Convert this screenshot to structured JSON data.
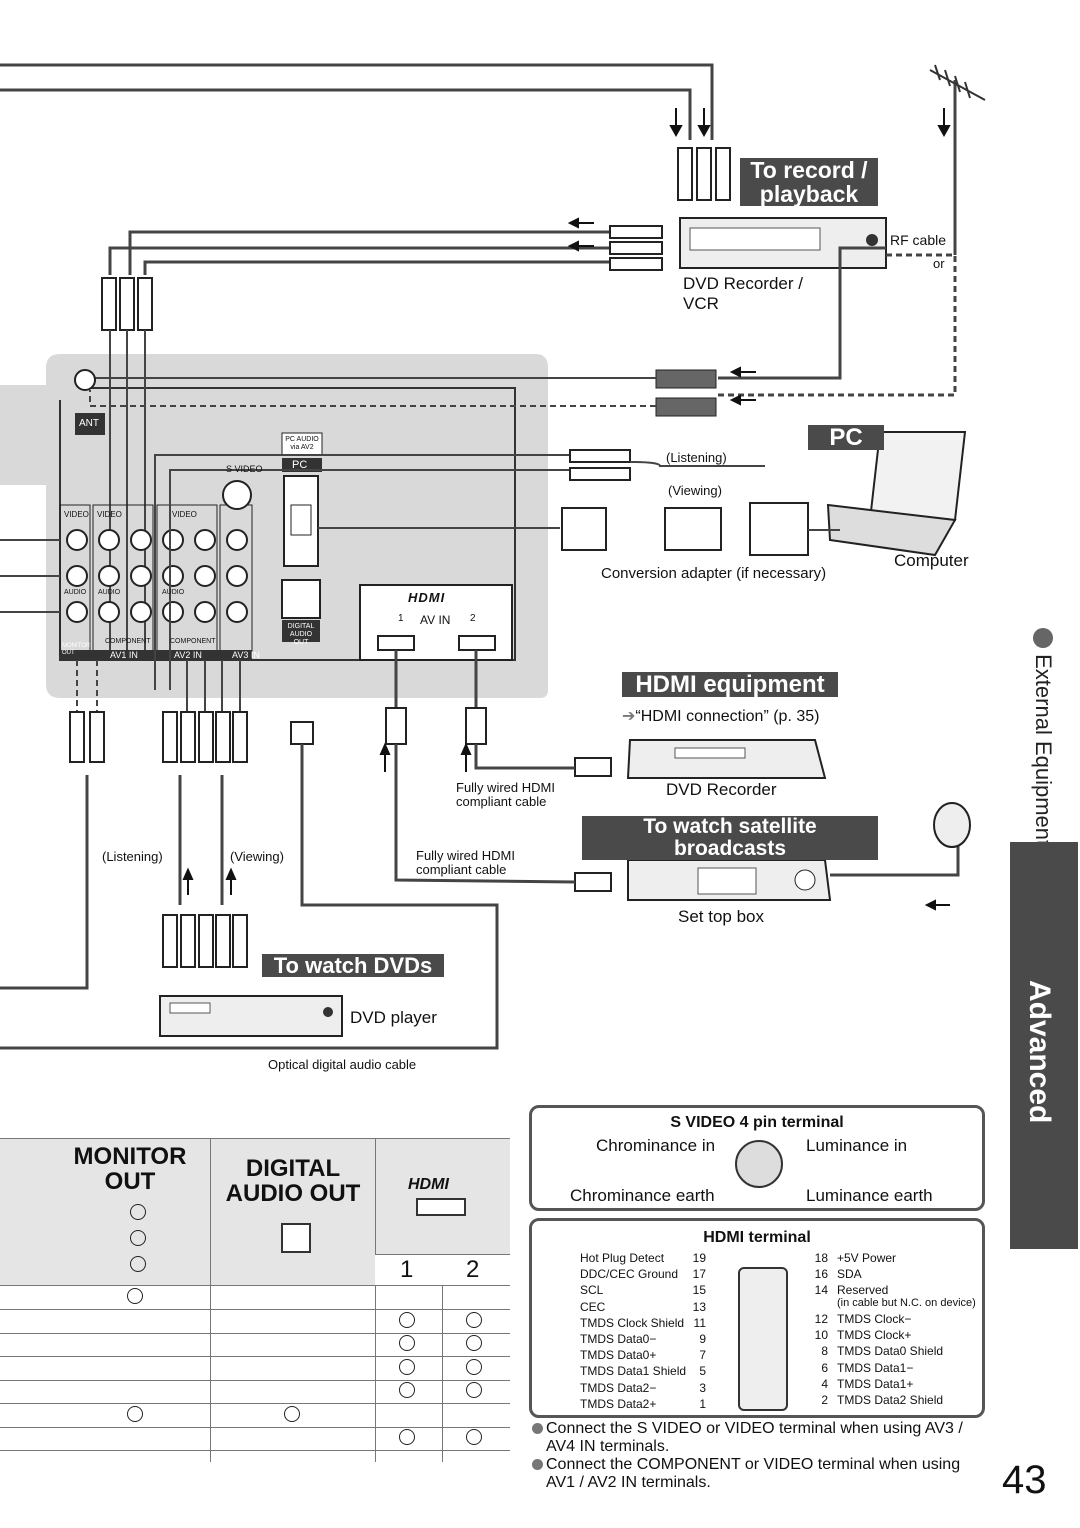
{
  "banners": {
    "record": "To record / playback",
    "pc": "PC",
    "hdmi": "HDMI equipment",
    "satellite": "To watch satellite broadcasts",
    "dvds": "To watch DVDs"
  },
  "labels": {
    "rf_cable": "RF cable",
    "or": "or",
    "dvd_recorder_vcr": "DVD Recorder / VCR",
    "listening_pc": "(Listening)",
    "viewing_pc": "(Viewing)",
    "computer": "Computer",
    "conversion_adapter": "Conversion adapter (if necessary)",
    "hdmi_connection": "“HDMI connection” (p. 35)",
    "dvd_recorder": "DVD Recorder",
    "fully_wired_1": "Fully wired HDMI compliant cable",
    "fully_wired_2": "Fully wired HDMI compliant cable",
    "set_top_box": "Set top box",
    "listening": "(Listening)",
    "viewing": "(Viewing)",
    "dvd_player": "DVD player",
    "optical": "Optical digital audio cable"
  },
  "panel": {
    "ant": "ANT",
    "svideo": "S VIDEO",
    "pc_audio": "PC AUDIO via AV2",
    "pc": "PC",
    "av_in": "AV IN",
    "hdmi1": "1",
    "hdmi2": "2",
    "digital_audio_out": "DIGITAL AUDIO OUT",
    "monitor_out": "MONITOR OUT",
    "av1_in": "AV1 IN",
    "av2_in": "AV2 IN",
    "av3_in": "AV3 IN",
    "video": "VIDEO",
    "audio": "AUDIO",
    "component": "COMPONENT"
  },
  "sidebar": {
    "section": "External Equipment",
    "tab": "Advanced"
  },
  "table": {
    "col_monitor": "MONITOR OUT",
    "col_digital": "DIGITAL AUDIO OUT",
    "hdmi_1": "1",
    "hdmi_2": "2",
    "rows": [
      {
        "monitor": true,
        "digital": false,
        "h1": false,
        "h2": false
      },
      {
        "monitor": false,
        "digital": false,
        "h1": true,
        "h2": true
      },
      {
        "monitor": false,
        "digital": false,
        "h1": true,
        "h2": true
      },
      {
        "monitor": false,
        "digital": false,
        "h1": true,
        "h2": true
      },
      {
        "monitor": false,
        "digital": false,
        "h1": true,
        "h2": true
      },
      {
        "monitor": true,
        "digital": true,
        "h1": false,
        "h2": false
      },
      {
        "monitor": false,
        "digital": false,
        "h1": true,
        "h2": true
      }
    ]
  },
  "svideo_box": {
    "title": "S VIDEO 4 pin terminal",
    "chroma_in": "Chrominance in",
    "luma_in": "Luminance in",
    "chroma_earth": "Chrominance earth",
    "luma_earth": "Luminance earth"
  },
  "hdmi_box": {
    "title": "HDMI terminal",
    "left": [
      {
        "name": "Hot Plug Detect",
        "pin": "19"
      },
      {
        "name": "DDC/CEC Ground",
        "pin": "17"
      },
      {
        "name": "SCL",
        "pin": "15"
      },
      {
        "name": "CEC",
        "pin": "13"
      },
      {
        "name": "TMDS Clock Shield",
        "pin": "11"
      },
      {
        "name": "TMDS Data0−",
        "pin": "9"
      },
      {
        "name": "TMDS Data0+",
        "pin": "7"
      },
      {
        "name": "TMDS Data1 Shield",
        "pin": "5"
      },
      {
        "name": "TMDS Data2−",
        "pin": "3"
      },
      {
        "name": "TMDS Data2+",
        "pin": "1"
      }
    ],
    "right": [
      {
        "pin": "18",
        "name": "+5V Power"
      },
      {
        "pin": "16",
        "name": "SDA"
      },
      {
        "pin": "14",
        "name": "Reserved"
      },
      {
        "pin": "12",
        "name": "TMDS Clock−"
      },
      {
        "pin": "10",
        "name": "TMDS Clock+"
      },
      {
        "pin": "8",
        "name": "TMDS Data0 Shield"
      },
      {
        "pin": "6",
        "name": "TMDS Data1−"
      },
      {
        "pin": "4",
        "name": "TMDS Data1+"
      },
      {
        "pin": "2",
        "name": "TMDS Data2 Shield"
      }
    ],
    "reserved_note": "(in cable but N.C. on device)"
  },
  "notes": [
    "Connect the S VIDEO or VIDEO terminal when using AV3 / AV4 IN terminals.",
    "Connect the COMPONENT or VIDEO terminal when using AV1 / AV2 IN terminals."
  ],
  "page_number": "43"
}
